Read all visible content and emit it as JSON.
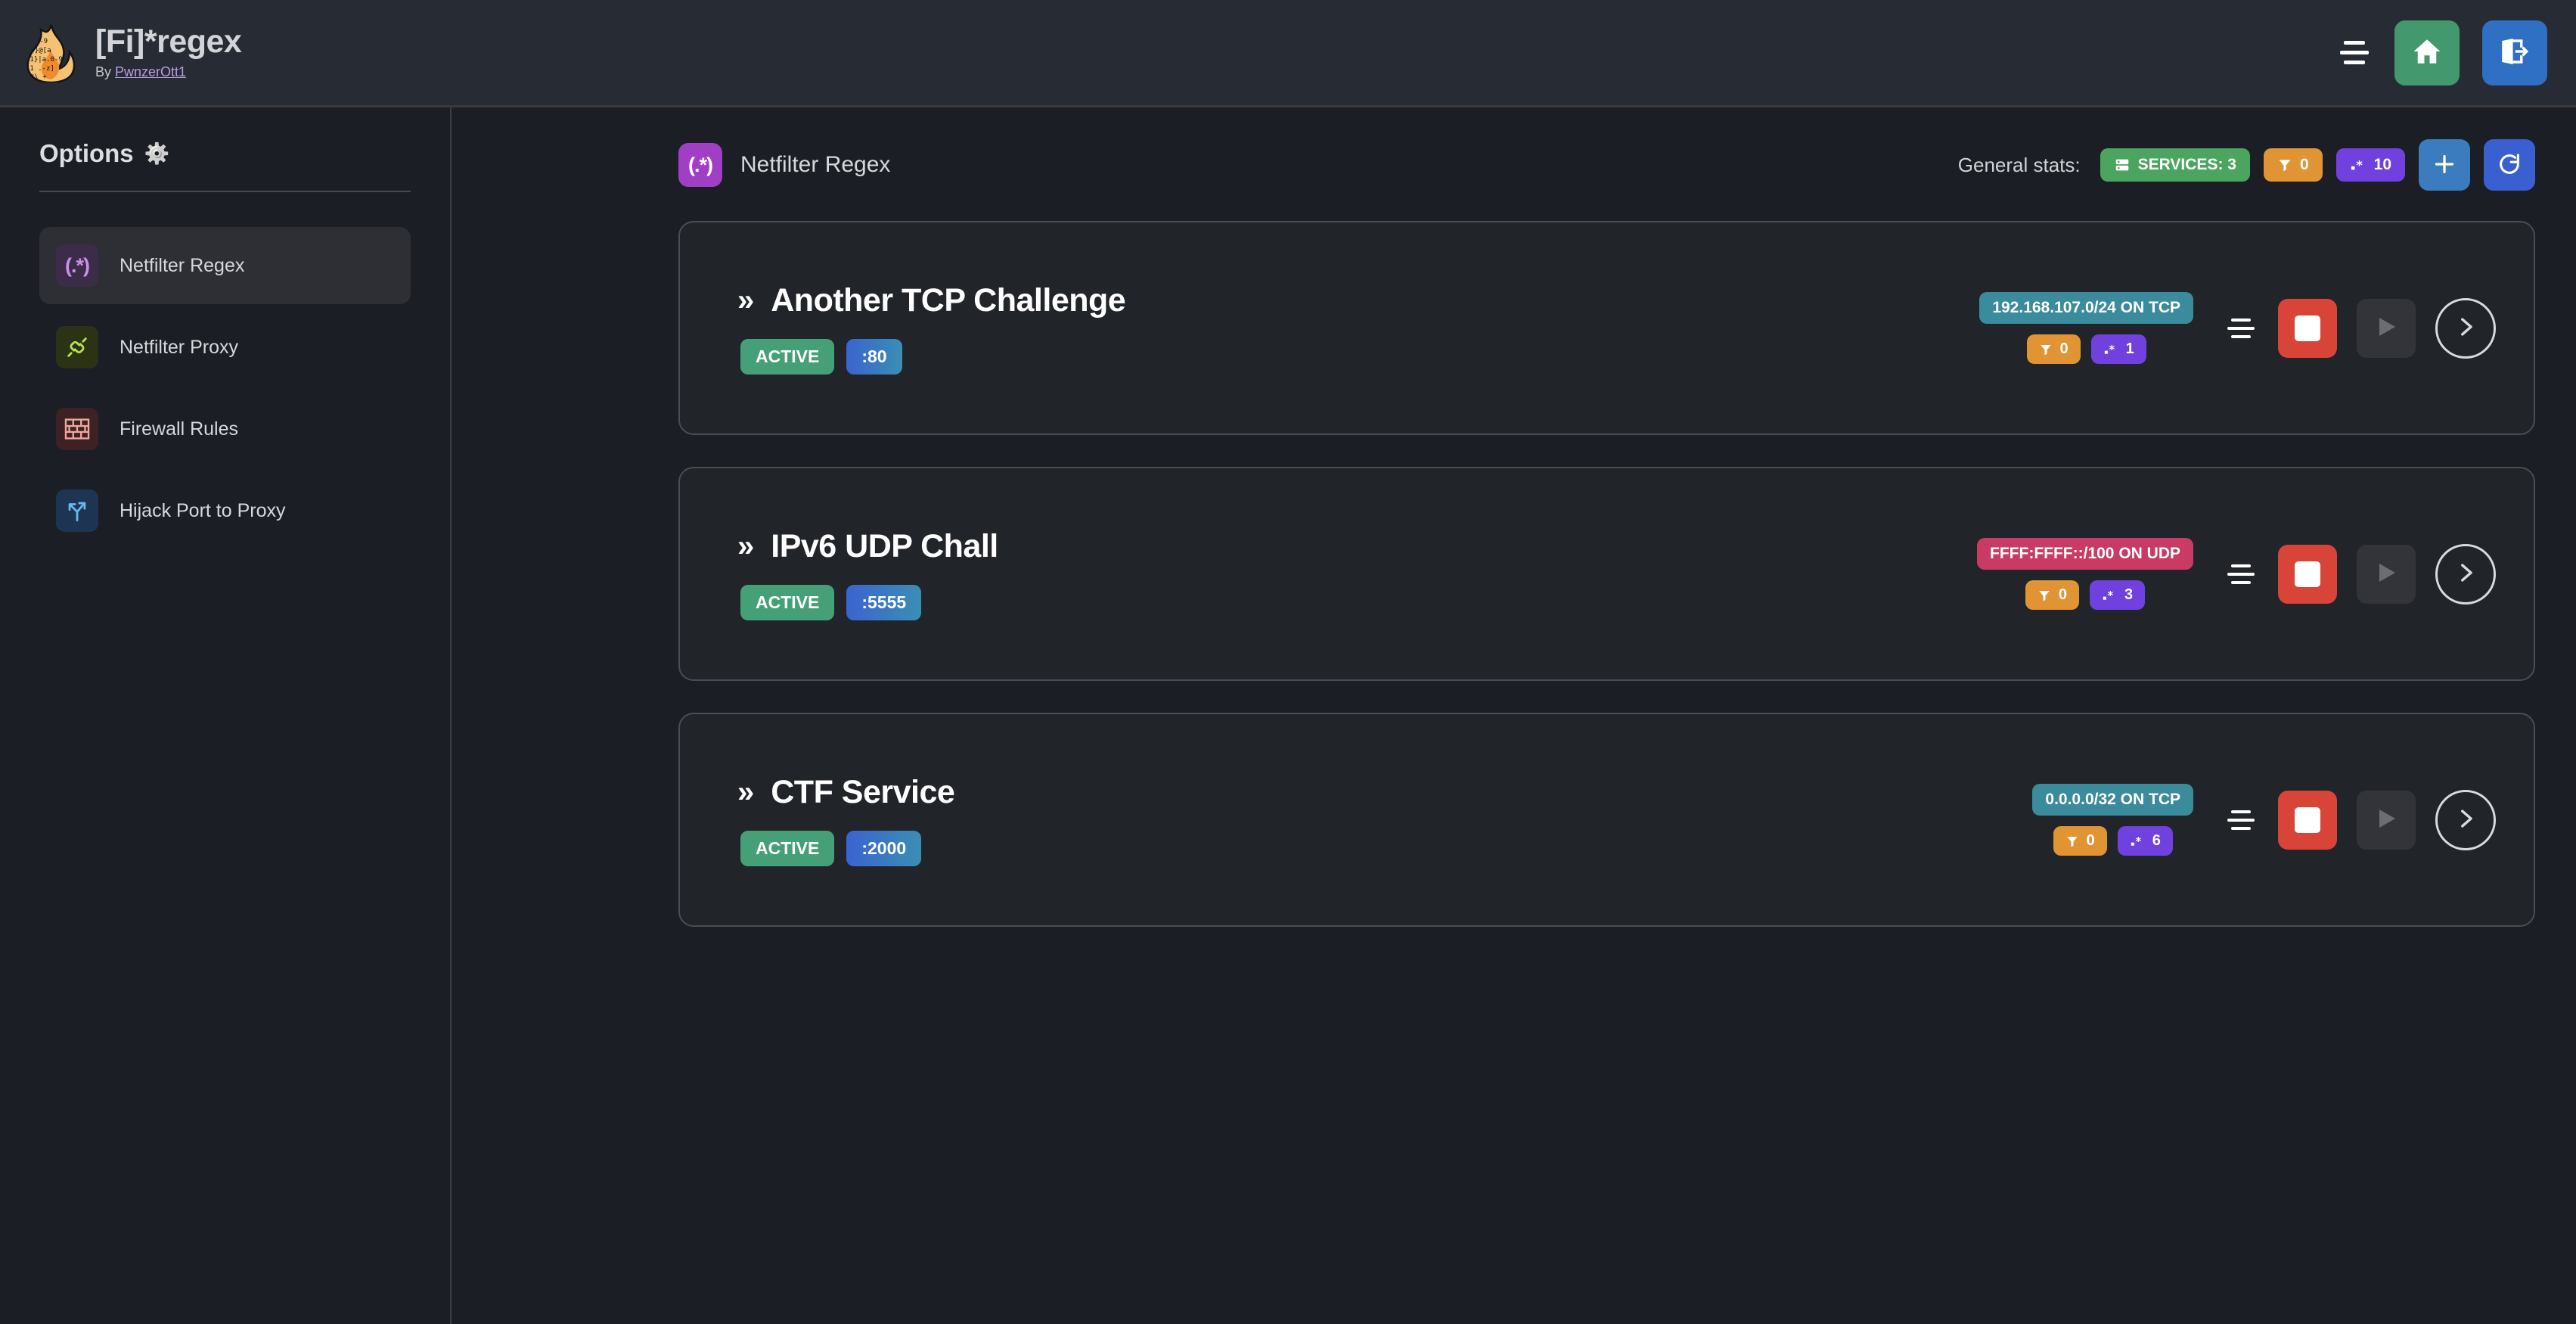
{
  "header": {
    "logo_icon": "flame-regex-logo",
    "title": "[Fi]*regex",
    "by_prefix": "By ",
    "author": "PwnzerOtt1",
    "menu_icon": "hamburger-icon",
    "home_icon": "home-icon",
    "logout_icon": "logout-icon"
  },
  "sidebar": {
    "title": "Options",
    "gear": "⚙️",
    "items": [
      {
        "label": "Netfilter Regex",
        "icon": "regex-icon",
        "glyph": "(.*)",
        "active": true
      },
      {
        "label": "Netfilter Proxy",
        "icon": "plug-icon",
        "glyph": "",
        "active": false
      },
      {
        "label": "Firewall Rules",
        "icon": "brick-wall-icon",
        "glyph": "",
        "active": false
      },
      {
        "label": "Hijack Port to Proxy",
        "icon": "fork-arrow-icon",
        "glyph": "",
        "active": false
      }
    ]
  },
  "main": {
    "page_icon_glyph": "(.*)",
    "page_title": "Netfilter Regex",
    "stats_label": "General stats:",
    "stats": {
      "services_label": "SERVICES: 3",
      "filters_count": "0",
      "regex_count": "10"
    },
    "add_button": "+",
    "refresh_button": "refresh"
  },
  "services": [
    {
      "name": "Another TCP Challenge",
      "status": "ACTIVE",
      "port": ":80",
      "network": "192.168.107.0/24 ON TCP",
      "proto": "tcp",
      "filters": "0",
      "regexes": "1"
    },
    {
      "name": "IPv6 UDP Chall",
      "status": "ACTIVE",
      "port": ":5555",
      "network": "FFFF:FFFF::/100 ON UDP",
      "proto": "udp",
      "filters": "0",
      "regexes": "3"
    },
    {
      "name": "CTF Service",
      "status": "ACTIVE",
      "port": ":2000",
      "network": "0.0.0.0/32 ON TCP",
      "proto": "tcp",
      "filters": "0",
      "regexes": "6"
    }
  ],
  "colors": {
    "bg": "#1b1e24",
    "topbar": "#272b33",
    "accent_purple": "#a03fc6",
    "green": "#4ca55f",
    "orange": "#e09434",
    "regex_purple": "#7141e0",
    "tcp_teal": "#3a8b9c",
    "udp_pink": "#c93a64",
    "stop_red": "#d84437"
  }
}
